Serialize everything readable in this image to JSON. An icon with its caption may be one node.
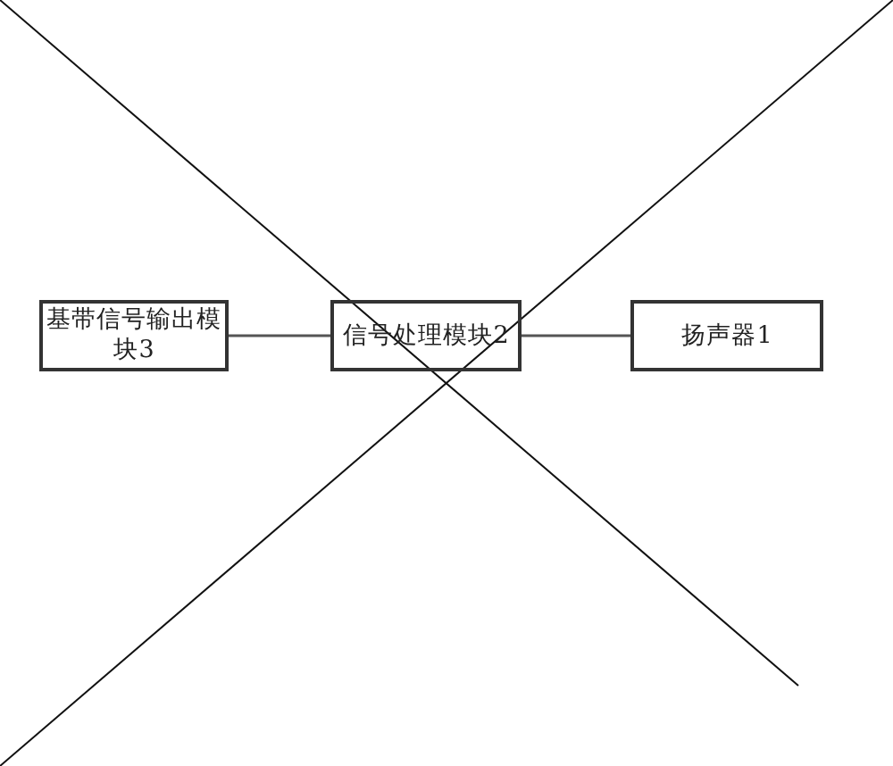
{
  "diagram": {
    "nodes": [
      {
        "text": [
          "基带信号输出模块3"
        ]
      },
      {
        "text": [
          "信号处理模块2"
        ]
      },
      {
        "text": [
          "扬声器1"
        ]
      }
    ],
    "edges": [
      {
        "from": 0,
        "to": 1,
        "arrow": "none"
      },
      {
        "from": 1,
        "to": 2,
        "arrow": "none"
      }
    ]
  }
}
